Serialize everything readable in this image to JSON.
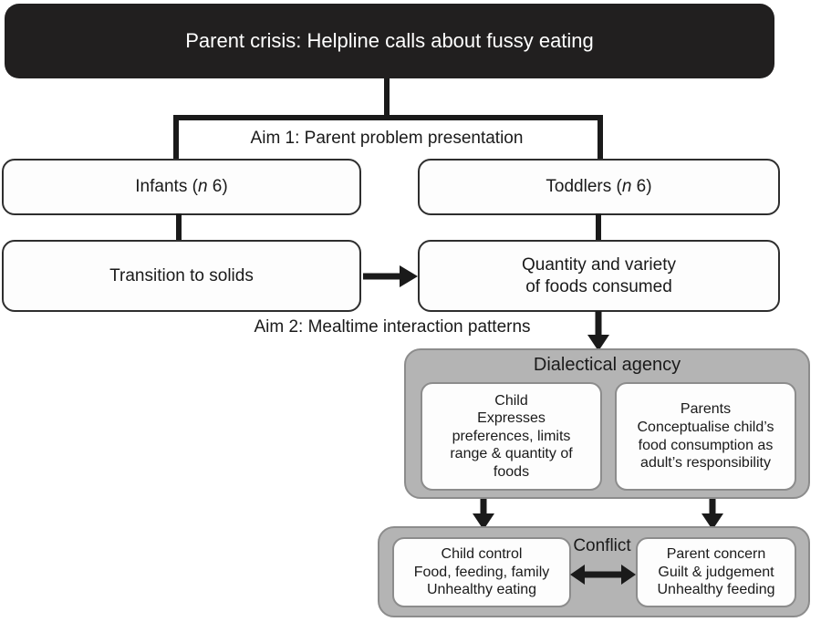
{
  "diagram": {
    "header": {
      "title": "Parent crisis: Helpline calls about fussy eating"
    },
    "aims": {
      "aim1": "Aim 1: Parent problem presentation",
      "aim2": "Aim 2: Mealtime interaction patterns"
    },
    "row_groups": {
      "infants_prefix": "Infants (",
      "infants_italic": "n",
      "infants_suffix": " 6)",
      "toddlers_prefix": "Toddlers (",
      "toddlers_italic": "n",
      "toddlers_suffix": " 6)"
    },
    "row_topics": {
      "transition": "Transition to solids",
      "quantity_line1": "Quantity and variety",
      "quantity_line2": "of foods consumed"
    },
    "agency": {
      "title": "Dialectical agency",
      "child": {
        "line1": "Child",
        "line2": "Expresses",
        "line3": "preferences, limits",
        "line4": "range & quantity of",
        "line5": "foods"
      },
      "parents": {
        "line1": "Parents",
        "line2": "Conceptualise child’s",
        "line3": "food consumption as",
        "line4": "adult’s responsibility"
      }
    },
    "conflict": {
      "label": "Conflict",
      "child_control": {
        "line1": "Child control",
        "line2": "Food, feeding, family",
        "line3": "Unhealthy eating"
      },
      "parent_concern": {
        "line1": "Parent concern",
        "line2": "Guilt & judgement",
        "line3": "Unhealthy feeding"
      }
    },
    "colors": {
      "header_bg": "#211f1f",
      "header_text": "#ffffff",
      "panel_gray": "#b4b4b4",
      "panel_gray_border": "#8c8c8c",
      "box_border": "#2e2e2e",
      "text": "#1a1a1a",
      "connector": "#1a1a1a"
    }
  }
}
